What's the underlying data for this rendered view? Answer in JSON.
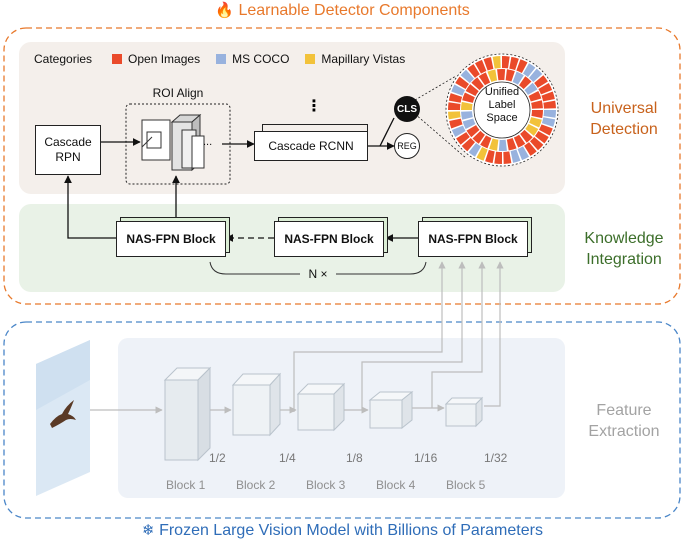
{
  "header": {
    "icon": "flame-icon",
    "title": "Learnable Detector Components"
  },
  "footer": {
    "icon": "snowflake-icon",
    "title": "Frozen Large Vision Model with Billions of Parameters"
  },
  "sections": {
    "universal": {
      "line1": "Universal",
      "line2": "Detection"
    },
    "knowledge": {
      "line1": "Knowledge",
      "line2": "Integration"
    },
    "feature": {
      "line1": "Feature",
      "line2": "Extraction"
    }
  },
  "legend": {
    "title": "Categories",
    "items": [
      {
        "label": "Open Images",
        "color": "#ea4a2a"
      },
      {
        "label": "MS COCO",
        "color": "#98b2de"
      },
      {
        "label": "Mapillary Vistas",
        "color": "#f2c23a"
      }
    ]
  },
  "detection": {
    "cascade_rpn_line1": "Cascade",
    "cascade_rpn_line2": "RPN",
    "roi_align": "ROI Align",
    "roi_dots": "...",
    "vdots": "⋮",
    "cascade_rcnn": "Cascade RCNN",
    "cls": "CLS",
    "reg": "REG",
    "label_space_line1": "Unified",
    "label_space_line2": "Label",
    "label_space_line3": "Space"
  },
  "fpn": {
    "block_label": "NAS-FPN Block",
    "repeat": "N ×"
  },
  "backbone": {
    "blocks": [
      "Block 1",
      "Block 2",
      "Block 3",
      "Block 4",
      "Block 5"
    ],
    "scales": [
      "1/2",
      "1/4",
      "1/8",
      "1/16",
      "1/32"
    ]
  },
  "colors": {
    "orange_frame": "#e8792c",
    "blue_frame": "#4a86c8",
    "green_panel": "#e9f2e7",
    "beige_panel": "#f4efeb",
    "feature_panel": "#eef2f8"
  }
}
